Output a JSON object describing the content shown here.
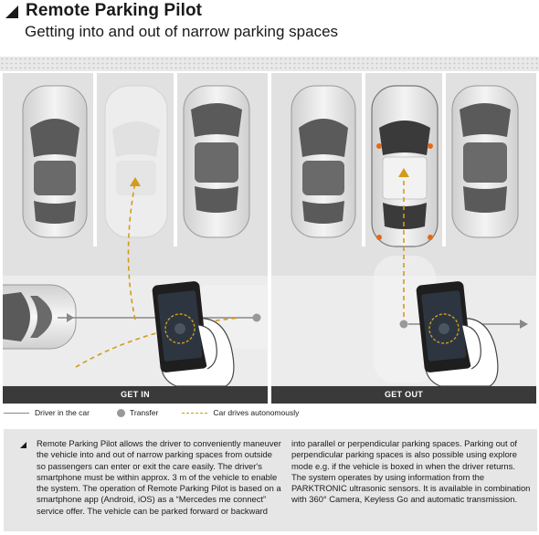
{
  "header": {
    "title": "Remote Parking Pilot",
    "subtitle": "Getting into and out of narrow parking spaces"
  },
  "panels": {
    "left_label": "GET IN",
    "right_label": "GET OUT"
  },
  "legend": {
    "driver_in_car": "Driver in the car",
    "transfer": "Transfer",
    "autonomous": "Car drives autonomously"
  },
  "colors": {
    "path_line": "#888888",
    "autonomous": "#d49a1a",
    "label_bar": "#3a3a3a"
  },
  "body_text": {
    "col1": "Remote Parking Pilot allows the driver to conveniently maneuver the vehicle into and out of narrow parking spaces from outside so passengers can enter or exit the care easily. The driver's smartphone must be within approx. 3 m of the vehicle to enable the system. The operation of Remote Parking Pilot is based on a smartphone app (Android, iOS) as a “Mercedes me connect” service offer. The vehicle can be parked forward or backward",
    "col2": "into parallel or perpendicular parking spaces. Parking out of perpendicular parking spaces is also possible using explore mode e.g. if the vehicle is boxed in when the driver returns. The system operates by using information from the PARKTRONIC ultrasonic sensors. It is available in combination with 360° Camera, Keyless Go and automatic transmission."
  }
}
